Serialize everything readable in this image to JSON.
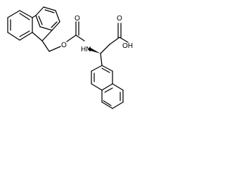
{
  "structure": {
    "atom_labels": {
      "ester_oxygen": "O",
      "carbonyl_oxygen": "O",
      "amine": "HN",
      "carboxyl_oxygen": "O",
      "hydroxyl": "OH"
    }
  }
}
